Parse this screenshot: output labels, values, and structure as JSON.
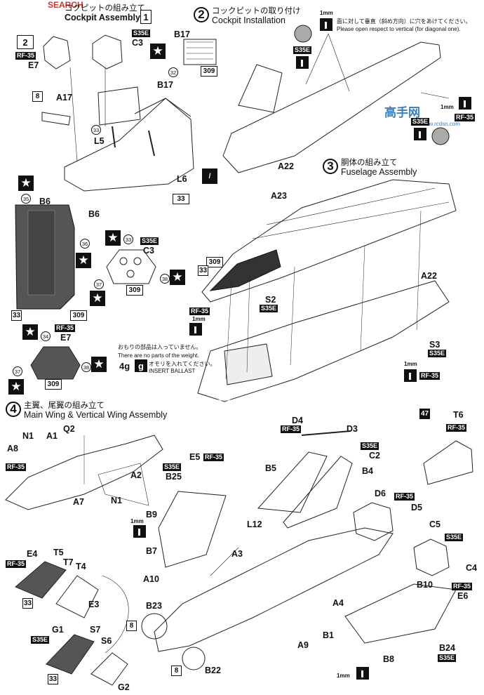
{
  "watermark": {
    "brand_top": "SEARCH",
    "brand_side": "高手网",
    "brand_side_url": "www.rcdsn.com"
  },
  "steps": [
    {
      "num": "1",
      "jp": "コクピットの組み立て",
      "en": "Cockpit Assembly"
    },
    {
      "num": "2",
      "jp": "コックピットの取り付け",
      "en": "Cockpit Installation"
    },
    {
      "num": "3",
      "jp": "胴体の組み立て",
      "en": "Fuselage Assembly"
    },
    {
      "num": "4",
      "jp": "主翼、尾翼の組み立て",
      "en": "Main Wing & Vertical Wing Assembly"
    }
  ],
  "box_one": "1",
  "box_two": "2",
  "drill_note": {
    "size": "1mm",
    "jp": "面に対して垂直（斜め方向）に穴をあけてください。",
    "en": "Please open respect to vertical (for diagonal one)."
  },
  "ballast_note": {
    "jp": "おもりの部品は入っていません。",
    "en1": "There are no parts of the weight.",
    "weight": "4g",
    "icon": "g",
    "jp2": "オモリを入れてください。",
    "en2": "INSERT BALLAST"
  },
  "variants": {
    "s35e": "S35E",
    "rf35": "RF-35"
  },
  "mm": "1mm",
  "parts": {
    "c3": "C3",
    "e7": "E7",
    "b17": "B17",
    "a17": "A17",
    "l5": "L5",
    "l6": "L6",
    "b6": "B6",
    "a22": "A22",
    "a23": "A23",
    "s2": "S2",
    "s3": "S3",
    "d4": "D4",
    "d3": "D3",
    "c2": "C2",
    "t6": "T6",
    "b5": "B5",
    "b4": "B4",
    "d6": "D6",
    "d5": "D5",
    "c5": "C5",
    "c4": "C4",
    "n1": "N1",
    "a1": "A1",
    "q2": "Q2",
    "a8": "A8",
    "a2": "A2",
    "a7": "A7",
    "e5": "E5",
    "b25": "B25",
    "b9": "B9",
    "b7": "B7",
    "l12": "L12",
    "a3": "A3",
    "a10": "A10",
    "e4": "E4",
    "t5": "T5",
    "t7": "T7",
    "t4": "T4",
    "e3": "E3",
    "b23": "B23",
    "a4": "A4",
    "b1": "B1",
    "a9": "A9",
    "b10": "B10",
    "e6": "E6",
    "b24": "B24",
    "b8": "B8",
    "g1": "G1",
    "s7": "S7",
    "s6": "S6",
    "g2": "G2",
    "b22": "B22"
  },
  "paint": {
    "p8": "8",
    "p33": "33",
    "p32": "32",
    "p35": "35",
    "p36": "36",
    "p37": "37",
    "p38": "38",
    "p34": "34",
    "p47": "47",
    "p309": "309"
  },
  "star": "★"
}
